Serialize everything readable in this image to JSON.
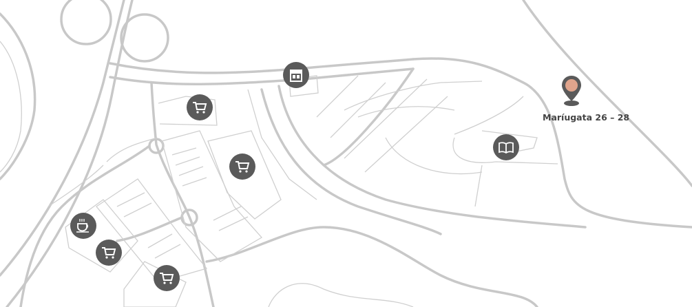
{
  "map": {
    "location_label": "Maríugata 26 – 28",
    "pin_color": "#e0a48c",
    "pin_body_color": "#5a5a5a",
    "poi_color": "#5a5a5a",
    "road_color": "#c8c8c8"
  },
  "pois": [
    {
      "type": "shop",
      "icon": "storefront-icon"
    },
    {
      "type": "supermarket",
      "icon": "cart-icon"
    },
    {
      "type": "supermarket",
      "icon": "cart-icon"
    },
    {
      "type": "library",
      "icon": "book-icon"
    },
    {
      "type": "cafe",
      "icon": "coffee-icon"
    },
    {
      "type": "supermarket",
      "icon": "cart-icon"
    },
    {
      "type": "supermarket",
      "icon": "cart-icon"
    }
  ]
}
